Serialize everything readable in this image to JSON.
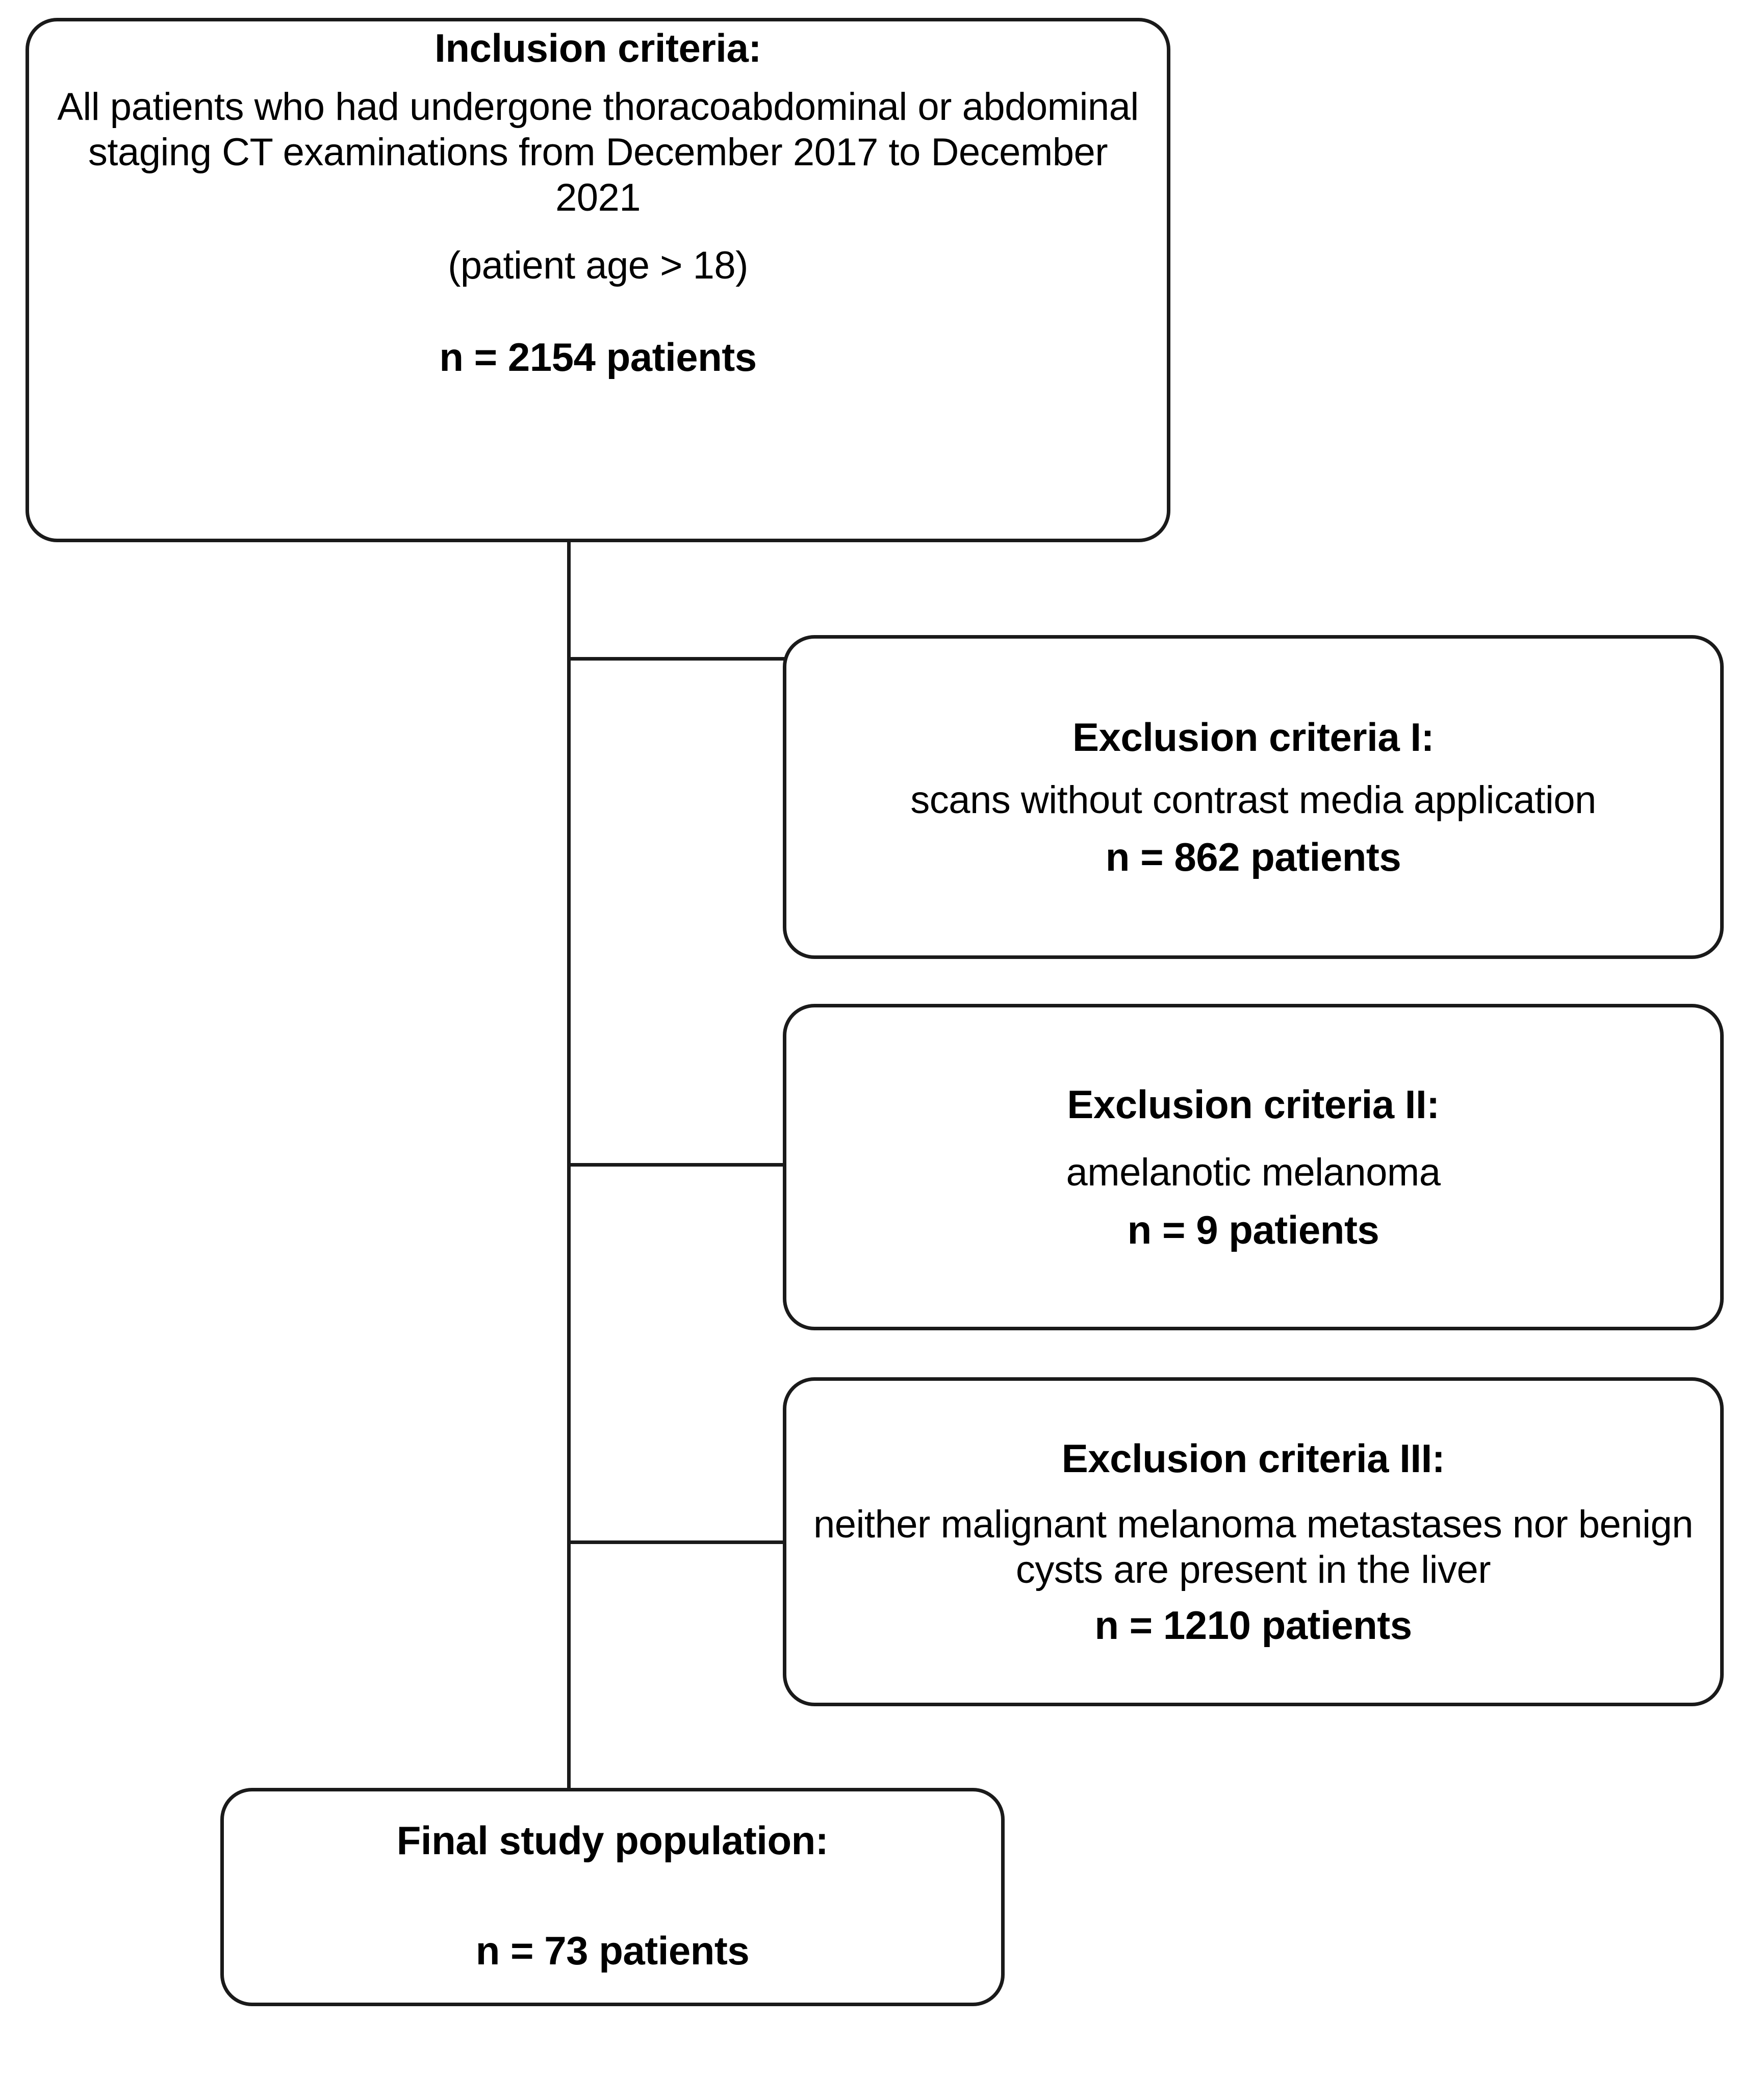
{
  "diagram": {
    "type": "patient-selection-flowchart",
    "nodes": {
      "inclusion": {
        "title": "Inclusion criteria:",
        "body": "All patients who had undergone thoracoabdominal or abdominal staging CT examinations from December 2017 to December 2021",
        "sub": "(patient age > 18)",
        "count": "n = 2154 patients"
      },
      "exclusion_1": {
        "title": "Exclusion criteria I:",
        "body": "scans without contrast media application",
        "count": "n = 862 patients"
      },
      "exclusion_2": {
        "title": "Exclusion criteria II:",
        "body": "amelanotic melanoma",
        "count": "n = 9 patients"
      },
      "exclusion_3": {
        "title": "Exclusion criteria III:",
        "body": "neither malignant melanoma metastases nor benign cysts are present in the liver",
        "count": "n = 1210 patients"
      },
      "final": {
        "title": "Final study population:",
        "count": "n = 73 patients"
      }
    },
    "colors": {
      "stroke": "#1a1a1a",
      "background": "#ffffff",
      "text": "#000000"
    }
  }
}
